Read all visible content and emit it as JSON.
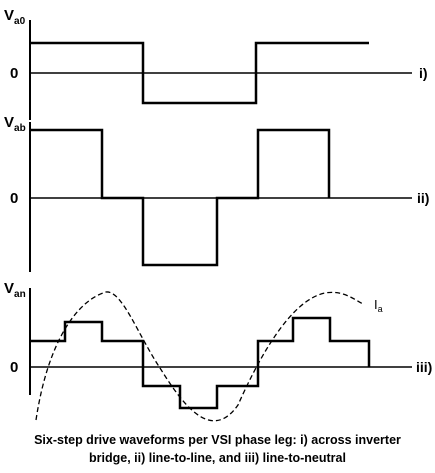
{
  "panels": [
    {
      "symbol": "V",
      "subscript": "a0",
      "zero_label": "0",
      "roman": "i)"
    },
    {
      "symbol": "V",
      "subscript": "ab",
      "zero_label": "0",
      "roman": "ii)"
    },
    {
      "symbol": "V",
      "subscript": "an",
      "zero_label": "0",
      "roman": "iii)"
    }
  ],
  "current_label": {
    "symbol": "I",
    "subscript": "a"
  },
  "caption": {
    "line1": "Six-step drive waveforms per VSI phase leg: i) across inverter",
    "line2": "bridge, ii) line-to-line, and iii) line-to-neutral"
  },
  "colors": {
    "stroke": "#000000",
    "background": "#ffffff"
  }
}
